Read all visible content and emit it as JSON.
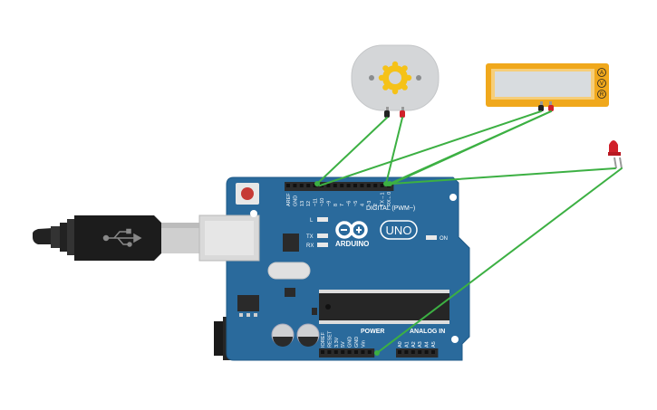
{
  "board": {
    "brand": "ARDUINO",
    "model": "UNO",
    "digital_label": "DIGITAL (PWM~)",
    "power_label": "POWER",
    "analog_label": "ANALOG IN",
    "led_on_label": "ON",
    "led_l_label": "L",
    "led_tx_label": "TX",
    "led_rx_label": "RX",
    "digital_pins": [
      "AREF",
      "GND",
      "13",
      "12",
      "~11",
      "~10",
      "~9",
      "8",
      "7",
      "~6",
      "~5",
      "4",
      "~3",
      "2",
      "TX→1",
      "RX←0"
    ],
    "power_pins": [
      "IOREF",
      "RESET",
      "3.3V",
      "5V",
      "GND",
      "GND",
      "Vin"
    ],
    "analog_pins": [
      "A0",
      "A1",
      "A2",
      "A3",
      "A4",
      "A5"
    ]
  },
  "multimeter": {
    "buttons": [
      "A",
      "V",
      "R"
    ]
  },
  "colors": {
    "board": "#2a6a9c",
    "wire": "#3cb043",
    "header": "#2b2b2b",
    "meter_body": "#f0a81c",
    "led": "#d0202a"
  },
  "icons": {
    "motor_symbol": "sun-gear-icon",
    "usb_symbol": "usb-icon",
    "arduino_logo": "infinity-logo-icon"
  }
}
